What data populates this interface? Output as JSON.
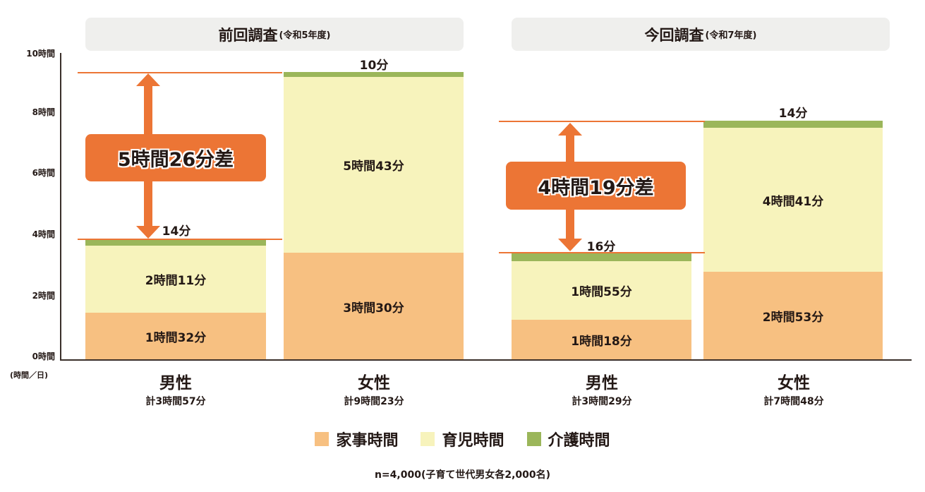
{
  "chart_data": {
    "type": "bar",
    "stacked": true,
    "title": "",
    "ylabel": "(時間/日)",
    "ylim": [
      0,
      10
    ],
    "yunit_label": "(時間／日)",
    "yticks": [
      "0時間",
      "2時間",
      "4時間",
      "6時間",
      "8時間",
      "10時間"
    ],
    "groups": [
      {
        "header": "前回調査",
        "header_sub": "(令和5年度)",
        "categories": [
          "男性",
          "女性"
        ],
        "totals_label": [
          "計3時間57分",
          "計9時間23分"
        ],
        "totals_minutes": [
          237,
          563
        ],
        "difference_label": "5時間26分差",
        "series": [
          {
            "name": "家事時間",
            "values_minutes": [
              92,
              210
            ],
            "labels": [
              "1時間32分",
              "3時間30分"
            ]
          },
          {
            "name": "育児時間",
            "values_minutes": [
              131,
              343
            ],
            "labels": [
              "2時間11分",
              "5時間43分"
            ]
          },
          {
            "name": "介護時間",
            "values_minutes": [
              14,
              10
            ],
            "labels": [
              "14分",
              "10分"
            ]
          }
        ]
      },
      {
        "header": "今回調査",
        "header_sub": "(令和7年度)",
        "categories": [
          "男性",
          "女性"
        ],
        "totals_label": [
          "計3時間29分",
          "計7時間48分"
        ],
        "totals_minutes": [
          209,
          468
        ],
        "difference_label": "4時間19分差",
        "series": [
          {
            "name": "家事時間",
            "values_minutes": [
              78,
              173
            ],
            "labels": [
              "1時間18分",
              "2時間53分"
            ]
          },
          {
            "name": "育児時間",
            "values_minutes": [
              115,
              281
            ],
            "labels": [
              "1時間55分",
              "4時間41分"
            ]
          },
          {
            "name": "介護時間",
            "values_minutes": [
              16,
              14
            ],
            "labels": [
              "16分",
              "14分"
            ]
          }
        ]
      }
    ],
    "legend": [
      "家事時間",
      "育児時間",
      "介護時間"
    ],
    "legend_position": "bottom",
    "grid": false,
    "colors": {
      "家事時間": "#f7c081",
      "育児時間": "#f7f3bc",
      "介護時間": "#9bb65a",
      "accent": "#ec7535"
    }
  },
  "headers": {
    "prev": {
      "main": "前回調査",
      "sub": "(令和5年度)"
    },
    "curr": {
      "main": "今回調査",
      "sub": "(令和7年度)"
    }
  },
  "yaxis": {
    "ticks": [
      "10時間",
      "8時間",
      "6時間",
      "4時間",
      "2時間",
      "0時間"
    ],
    "unit": "(時間／日)"
  },
  "bars": {
    "prev_male": {
      "house": "1時間32分",
      "child": "2時間11分",
      "care": "14分",
      "gender": "男性",
      "total": "計3時間57分"
    },
    "prev_female": {
      "house": "3時間30分",
      "child": "5時間43分",
      "care": "10分",
      "gender": "女性",
      "total": "計9時間23分"
    },
    "curr_male": {
      "house": "1時間18分",
      "child": "1時間55分",
      "care": "16分",
      "gender": "男性",
      "total": "計3時間29分"
    },
    "curr_female": {
      "house": "2時間53分",
      "child": "4時間41分",
      "care": "14分",
      "gender": "女性",
      "total": "計7時間48分"
    }
  },
  "differences": {
    "prev": "5時間26分差",
    "curr": "4時間19分差"
  },
  "legend": {
    "items": [
      {
        "label": "家事時間",
        "color": "#f7c081"
      },
      {
        "label": "育児時間",
        "color": "#f7f3bc"
      },
      {
        "label": "介護時間",
        "color": "#9bb65a"
      }
    ]
  },
  "note": "n=4,000(子育て世代男女各2,000名)"
}
